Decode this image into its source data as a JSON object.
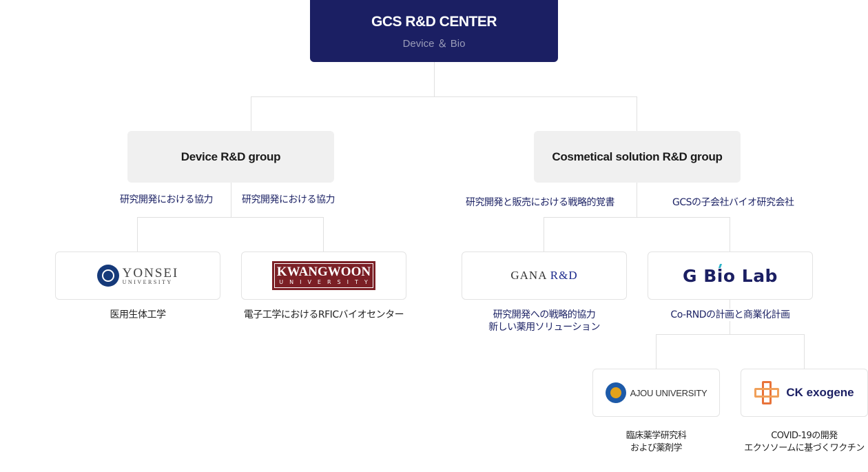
{
  "root": {
    "title": "GCS R&D CENTER",
    "subtitle": "Device ＆ Bio",
    "color": "#1b1f63"
  },
  "groups": [
    {
      "name": "Device R&D group",
      "relations": [
        "研究開発における協力",
        "研究開発における協力"
      ],
      "partners": [
        {
          "logo": "yonsei-university-logo",
          "logo_text": "YONSEI",
          "logo_sub": "UNIVERSITY",
          "description": [
            "医用生体工学"
          ]
        },
        {
          "logo": "kwangwoon-university-logo",
          "logo_text": "KWANGWOON",
          "logo_sub": "UNIVERSITY",
          "description": [
            "電子工学におけるRFICバイオセンター"
          ]
        }
      ]
    },
    {
      "name": "Cosmetical solution R&D group",
      "relations": [
        "研究開発と販売における戦略的覚書",
        "GCSの子会社バイオ研究会社"
      ],
      "partners": [
        {
          "logo": "gana-rnd-logo",
          "logo_text_1": "GANA",
          "logo_text_2": "R&D",
          "description": [
            "研究開発への戦略的協力",
            "新しい薬用ソリューション"
          ]
        },
        {
          "logo": "g-bio-lab-logo",
          "logo_text": "G Bio Lab",
          "description": [
            "Co-RNDの計画と商業化計画"
          ],
          "partners": [
            {
              "logo": "ajou-university-logo",
              "logo_text": "AJOU UNIVERSITY",
              "description": [
                "臨床薬学研究科",
                "および薬剤学"
              ]
            },
            {
              "logo": "ck-exogene-logo",
              "logo_text": "CK exogene",
              "description": [
                "COVID-19の開発",
                "エクソソームに基づくワクチン"
              ]
            }
          ]
        }
      ]
    }
  ]
}
